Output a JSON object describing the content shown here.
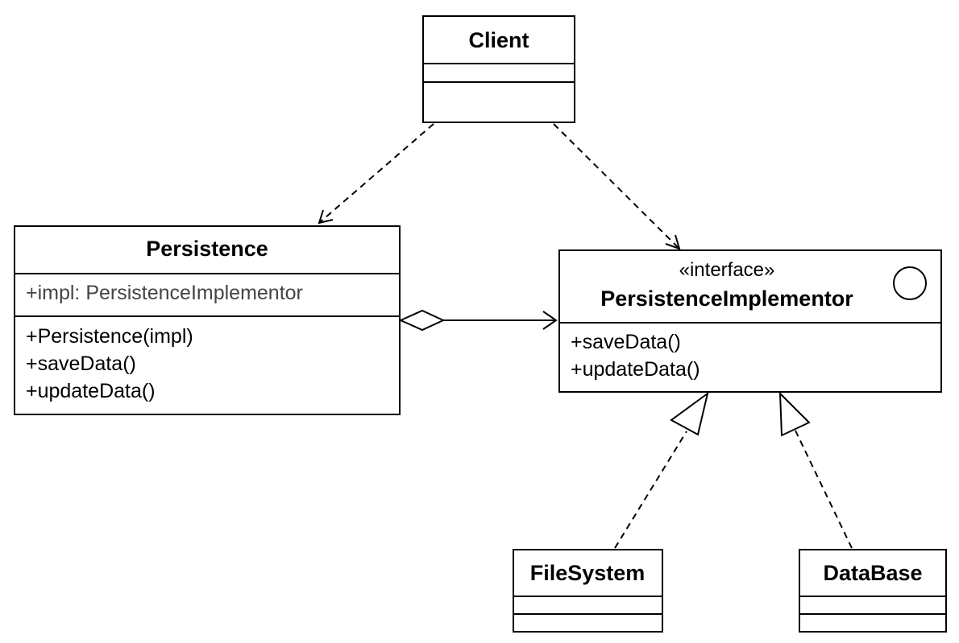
{
  "classes": {
    "client": {
      "name": "Client"
    },
    "persistence": {
      "name": "Persistence",
      "attributes": [
        "+impl: PersistenceImplementor"
      ],
      "operations": [
        "+Persistence(impl)",
        "+saveData()",
        "+updateData()"
      ]
    },
    "persistence_implementor": {
      "stereotype": "«interface»",
      "name": "PersistenceImplementor",
      "icon": "interface-circle-icon",
      "operations": [
        "+saveData()",
        "+updateData()"
      ]
    },
    "file_system": {
      "name": "FileSystem"
    },
    "database": {
      "name": "DataBase"
    }
  },
  "relations": [
    {
      "type": "dependency",
      "from": "Client",
      "to": "Persistence"
    },
    {
      "type": "dependency",
      "from": "Client",
      "to": "PersistenceImplementor"
    },
    {
      "type": "aggregation",
      "from": "Persistence",
      "to": "PersistenceImplementor"
    },
    {
      "type": "realization",
      "from": "FileSystem",
      "to": "PersistenceImplementor"
    },
    {
      "type": "realization",
      "from": "DataBase",
      "to": "PersistenceImplementor"
    }
  ]
}
